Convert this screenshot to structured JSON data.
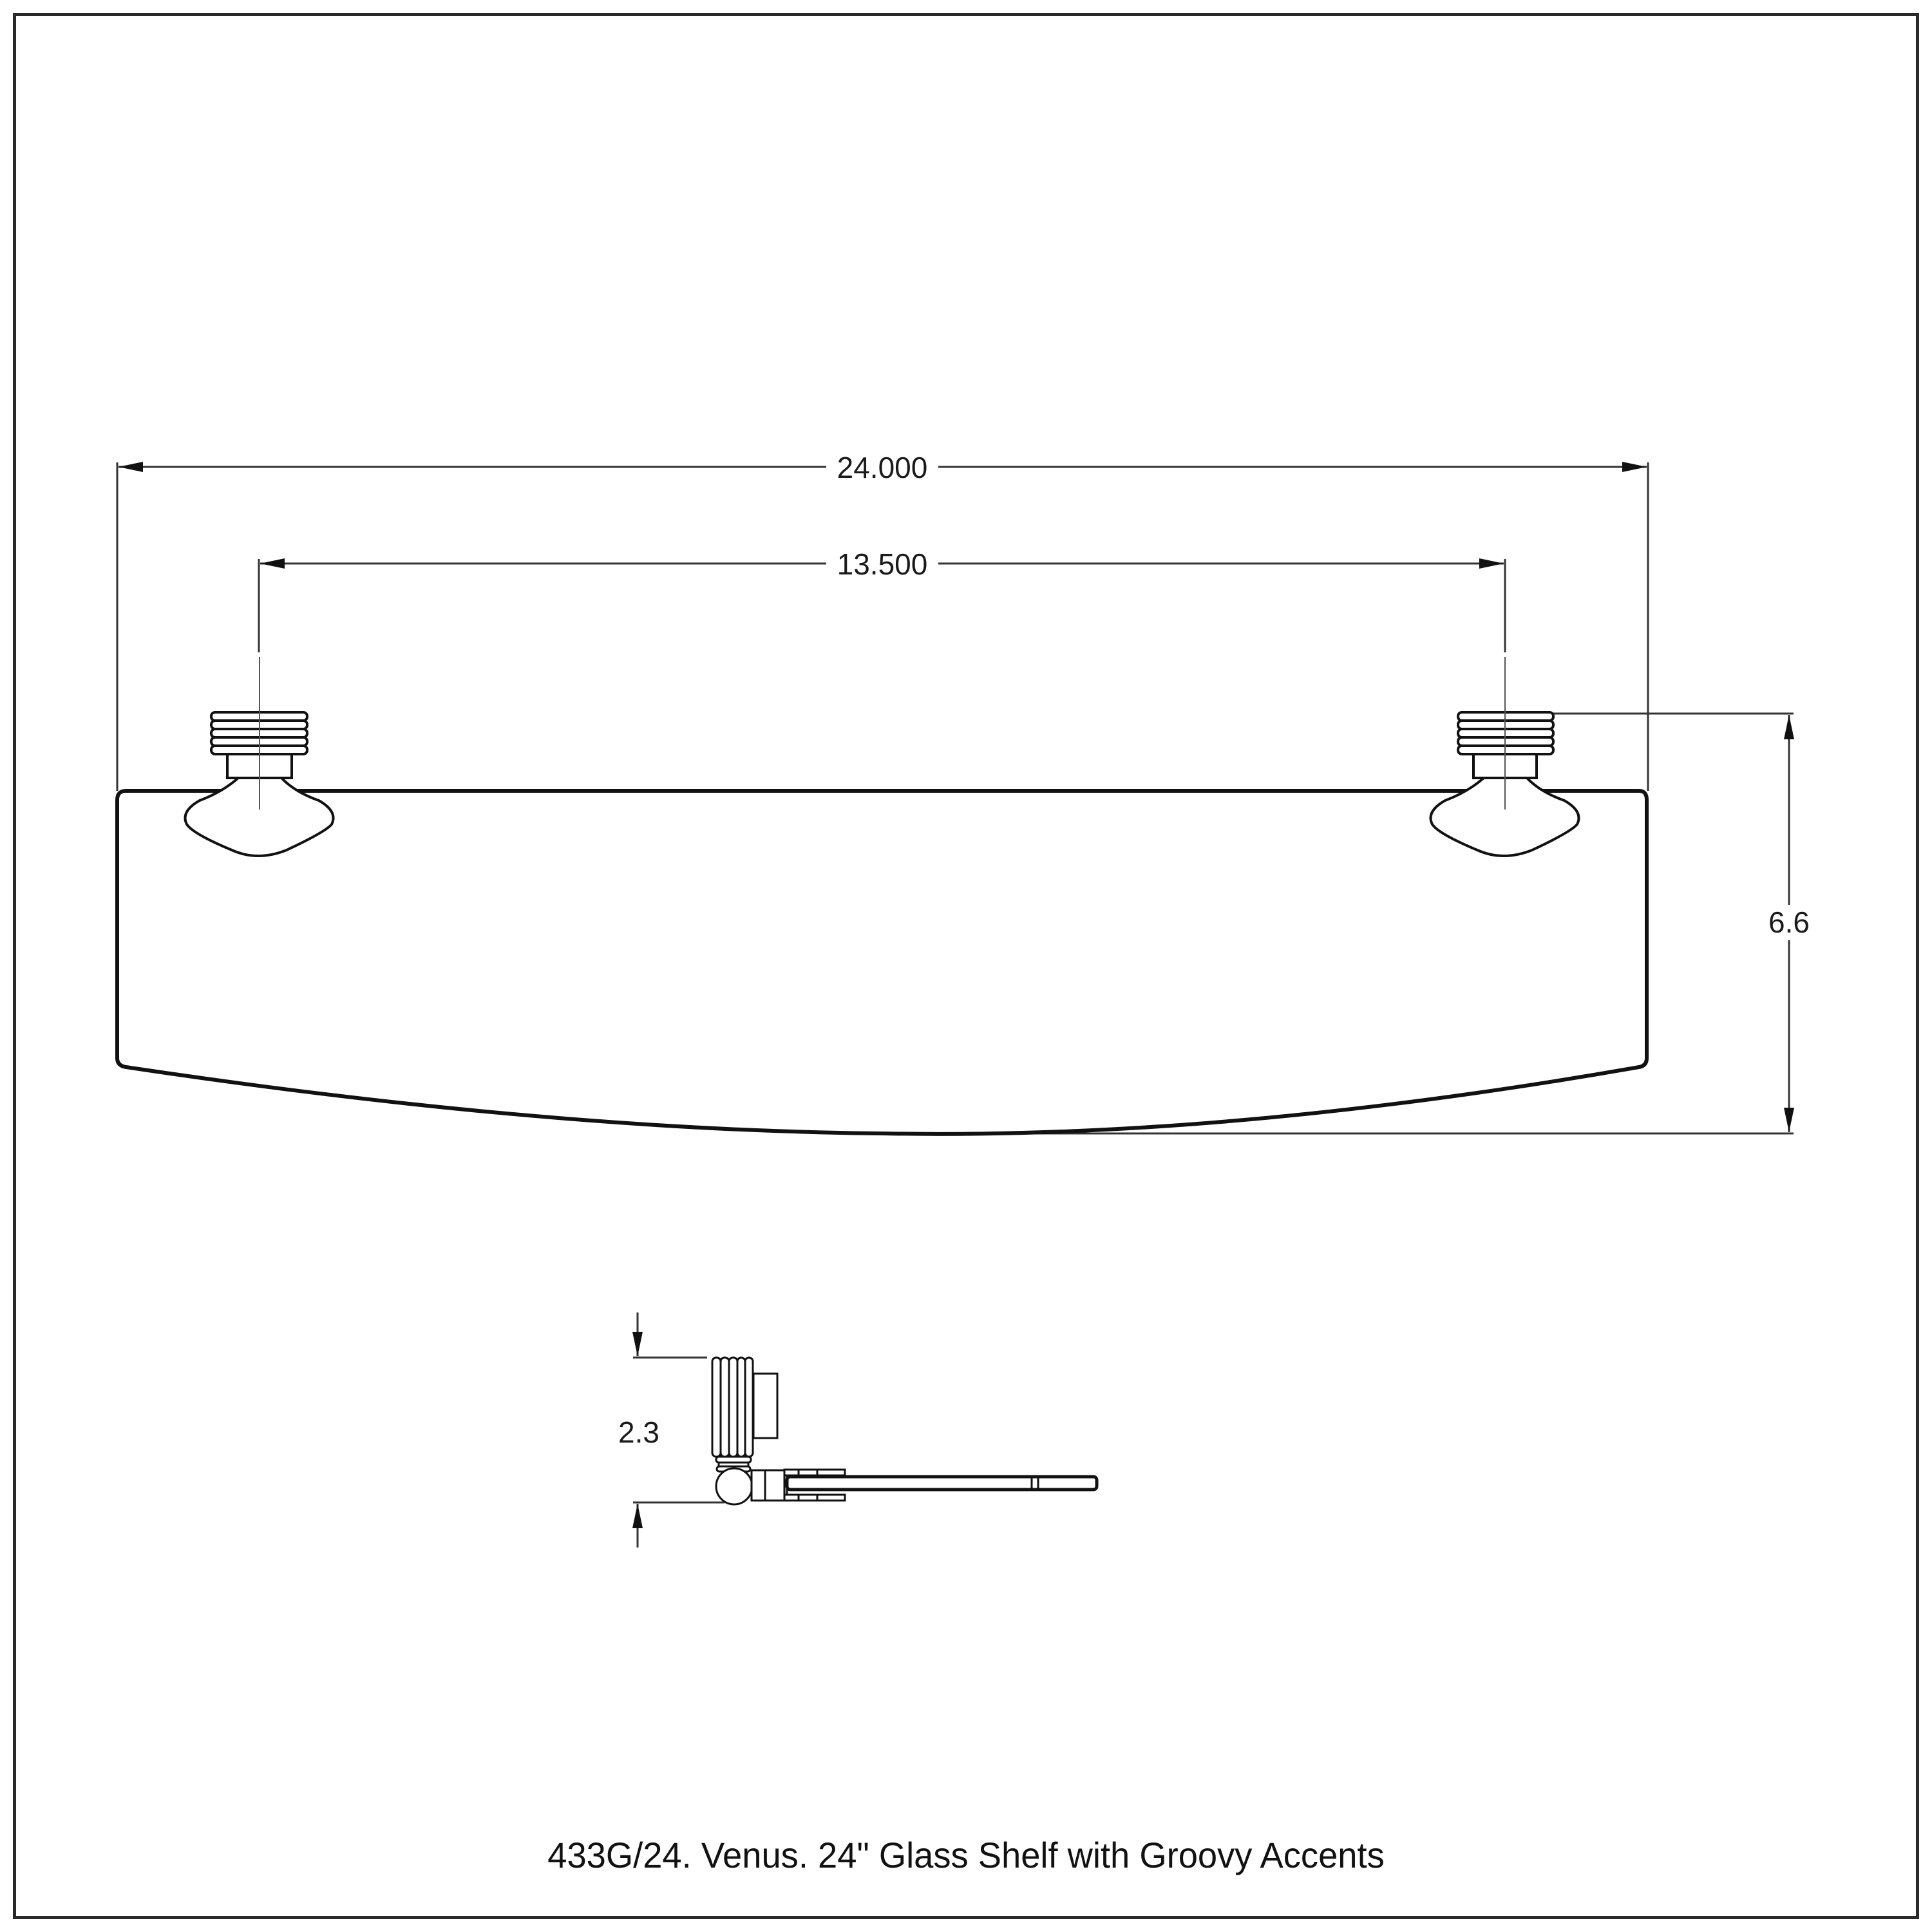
{
  "drawing": {
    "title": "433G/24. Venus. 24\" Glass Shelf with Groovy Accents",
    "front_view": {
      "overall_width_label": "24.000",
      "mount_spacing_label": "13.500",
      "depth_label": "6.6"
    },
    "side_view": {
      "height_label": "2.3"
    },
    "colors": {
      "line": "#1a1a1a",
      "border": "#2a2a2a",
      "background": "#ffffff"
    }
  }
}
